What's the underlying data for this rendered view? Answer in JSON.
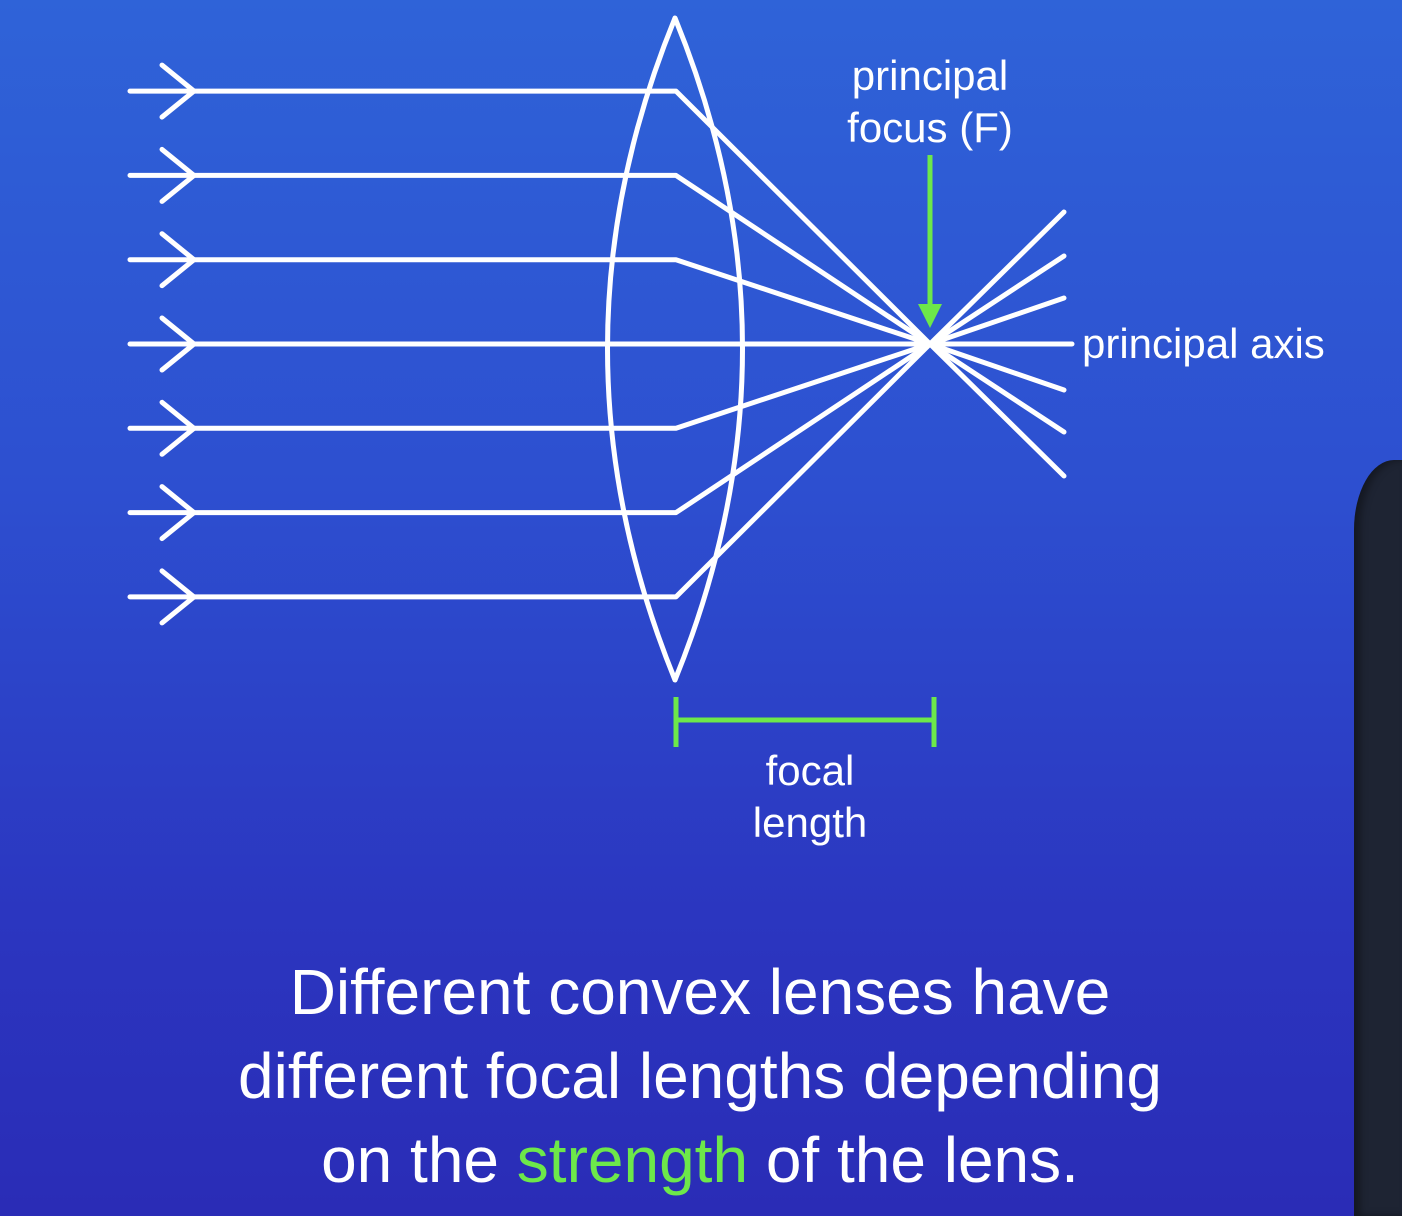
{
  "diagram": {
    "focus_label_line1": "principal",
    "focus_label_line2": "focus (F)",
    "axis_label": "principal axis",
    "focal_label_line1": "focal",
    "focal_label_line2": "length",
    "ray_count": 7
  },
  "caption": {
    "line1": "Different convex lenses have",
    "line2": "different focal lengths depending",
    "line3_before": "on the ",
    "line3_highlight": "strength",
    "line3_after": " of the lens."
  },
  "colors": {
    "background_top": "#2f63d8",
    "background_bottom": "#2a2cb6",
    "lines": "#ffffff",
    "accent_green": "#6de84a"
  }
}
